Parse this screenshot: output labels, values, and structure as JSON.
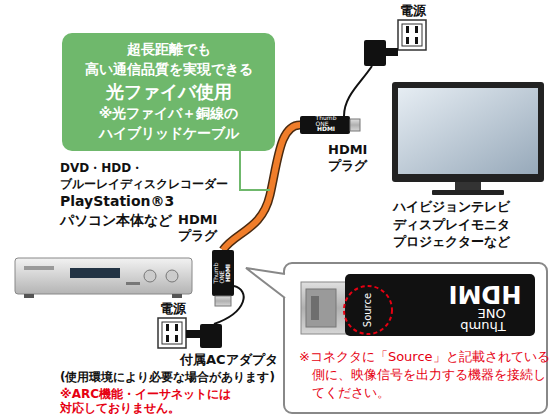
{
  "diagram": {
    "nodes": [
      {
        "text": [
          "超長距離でも 高い通信品質を実現できる",
          "光ファイバ使用",
          "※光ファイバ＋銅線の ハイブリッドケーブル"
        ]
      },
      {
        "text": [
          "※コネクタに「Source」と記載されている側に、映像信号を出力する機器を接続してください。"
        ]
      },
      {
        "text": [
          "Source",
          "HDMI",
          "Thumb ONE"
        ],
        "in": 1
      }
    ],
    "labels": [
      "電源",
      "HDMI プラグ",
      "ハイビジョンテレビ ディスプレイモニタ プロジェクターなど",
      "DVD・HDD・ ブルーレイディスクレコーダー PlayStation®3 パソコン本体など",
      "HDMI プラグ",
      "電源",
      "付属ACアダプタ",
      "(使用環境により必要な場合があります)",
      "※ARC機能・イーサネットには 対応しておりません。",
      "Thumb ONE",
      "HDMI",
      "Thumb ONE",
      "HDMI"
    ]
  }
}
